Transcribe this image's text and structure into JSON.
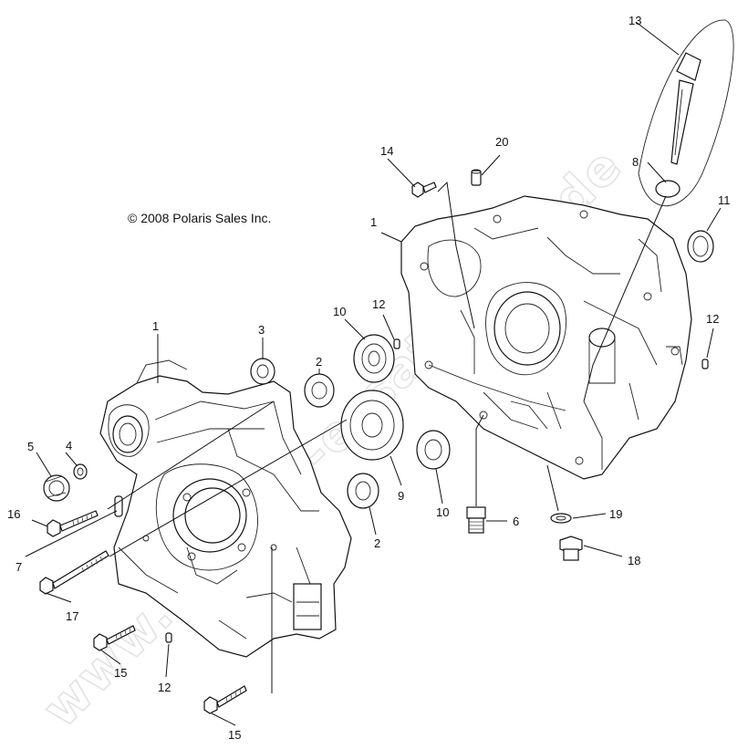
{
  "copyright": "© 2008 Polaris Sales Inc.",
  "watermark": "www.polaris-ersatzteile.de",
  "callouts": {
    "c1_left": "1",
    "c1_right": "1",
    "c2_upper": "2",
    "c2_lower": "2",
    "c3": "3",
    "c4": "4",
    "c5": "5",
    "c6": "6",
    "c7": "7",
    "c8": "8",
    "c9": "9",
    "c10_upper": "10",
    "c10_lower": "10",
    "c11": "11",
    "c12_left": "12",
    "c12_mid": "12",
    "c12_right": "12",
    "c13": "13",
    "c14": "14",
    "c15_upper": "15",
    "c15_lower": "15",
    "c16": "16",
    "c17": "17",
    "c18": "18",
    "c19": "19",
    "c20": "20"
  }
}
